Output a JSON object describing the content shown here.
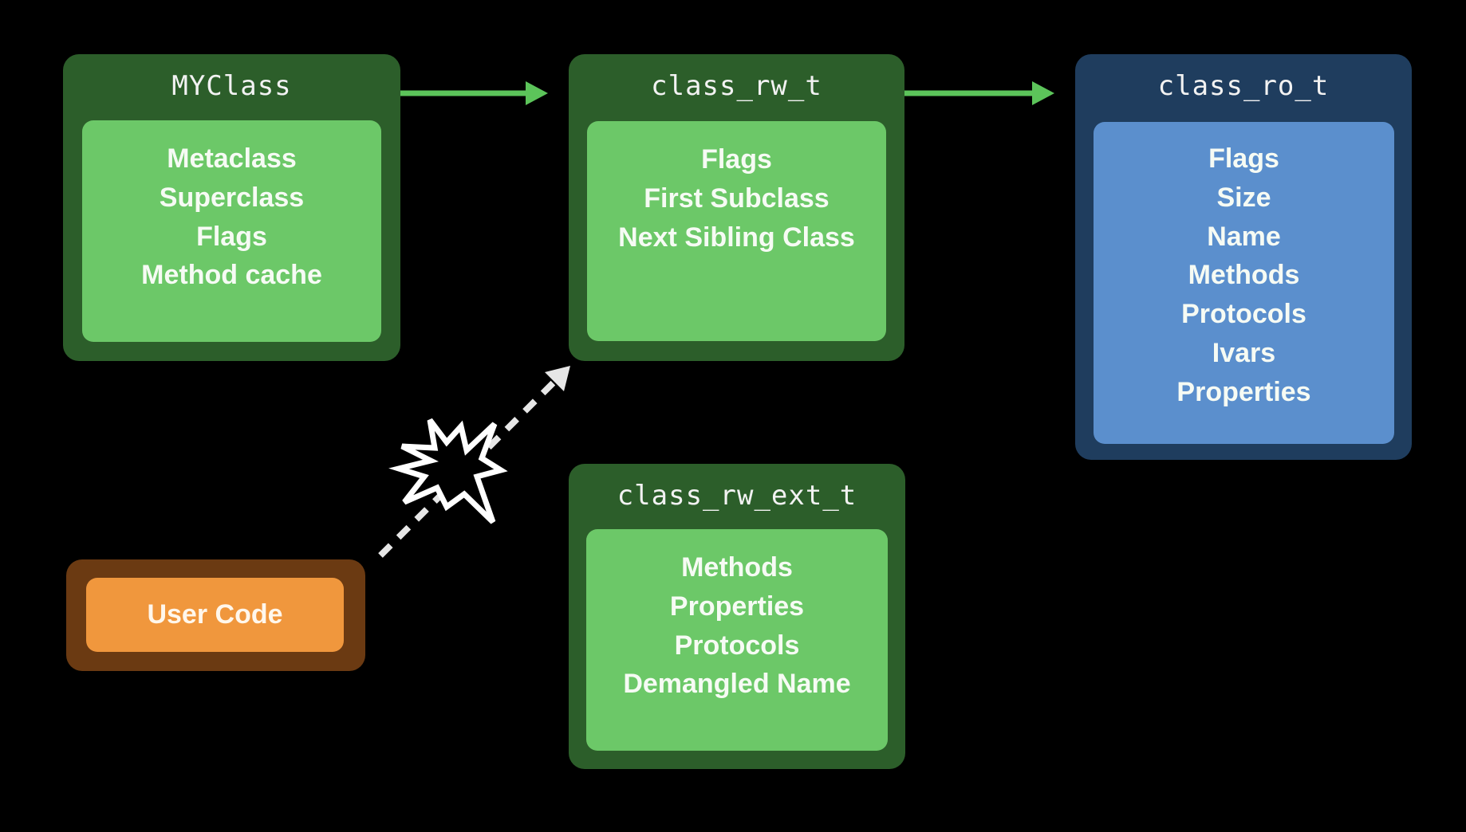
{
  "diagram": {
    "boxes": {
      "myclass": {
        "title": "MYClass",
        "fields": [
          "Metaclass",
          "Superclass",
          "Flags",
          "Method cache"
        ]
      },
      "class_rw_t": {
        "title": "class_rw_t",
        "fields": [
          "Flags",
          "First Subclass",
          "Next Sibling Class"
        ]
      },
      "class_ro_t": {
        "title": "class_ro_t",
        "fields": [
          "Flags",
          "Size",
          "Name",
          "Methods",
          "Protocols",
          "Ivars",
          "Properties"
        ]
      },
      "class_rw_ext_t": {
        "title": "class_rw_ext_t",
        "fields": [
          "Methods",
          "Properties",
          "Protocols",
          "Demangled Name"
        ]
      },
      "user_code": {
        "label": "User Code"
      }
    },
    "edges": [
      {
        "from": "MYClass",
        "to": "class_rw_t",
        "style": "solid",
        "color": "#5cc45a"
      },
      {
        "from": "class_rw_t",
        "to": "class_ro_t",
        "style": "solid",
        "color": "#5cc45a"
      },
      {
        "from": "User Code",
        "to": "class_rw_t",
        "style": "dashed",
        "color": "#e6e6e6",
        "annotation": "explosion-icon"
      }
    ],
    "colors": {
      "green_outer": "#2c5e2a",
      "green_inner": "#6cc868",
      "blue_outer": "#1f3d5e",
      "blue_inner": "#5b8fcd",
      "orange_outer": "#6b3a12",
      "orange_inner": "#f0973d",
      "background": "#000000"
    }
  }
}
